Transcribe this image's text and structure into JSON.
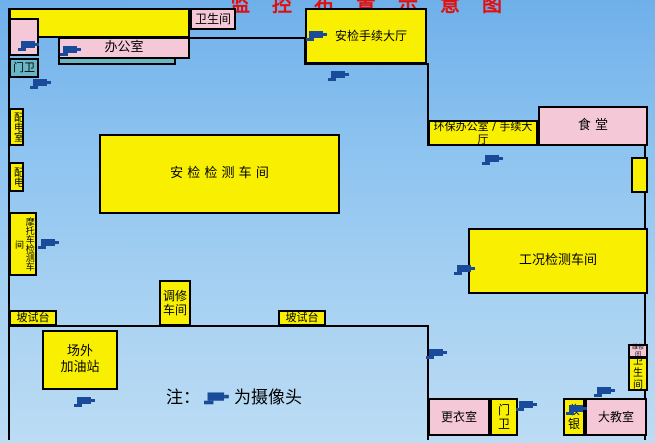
{
  "title": "监控布置示意图",
  "rooms": {
    "toilet_top": "卫生间",
    "office": "办公室",
    "gate_left": "门卫",
    "power_room": "配电室",
    "power": "配电",
    "moto": "摩托车检测车间",
    "inspection_hall": "安检手续大厅",
    "env_office": "环保办公室 / 手续大厅",
    "canteen": "食  堂",
    "safety_workshop": "安 检 检 测 车 间",
    "condition_workshop": "工况检测车间",
    "repair": "调修\n车间",
    "slope_left": "坡试台",
    "slope_mid": "坡试台",
    "gas_station": "场外\n加油站",
    "locker": "更衣室",
    "gate_bottom": "门\n卫",
    "cashier": "收\n银",
    "classroom": "大教室",
    "small_label": "维修间",
    "toilet_right": "卫\n生\n间"
  },
  "legend": {
    "prefix": "注：",
    "suffix": "为摄像头",
    "icon": "camera-icon"
  },
  "colors": {
    "yellow": "#f8f000",
    "pink": "#f5c8d8",
    "teal": "#69b6c6",
    "camera": "#1a4a9a",
    "title": "#e01010"
  }
}
